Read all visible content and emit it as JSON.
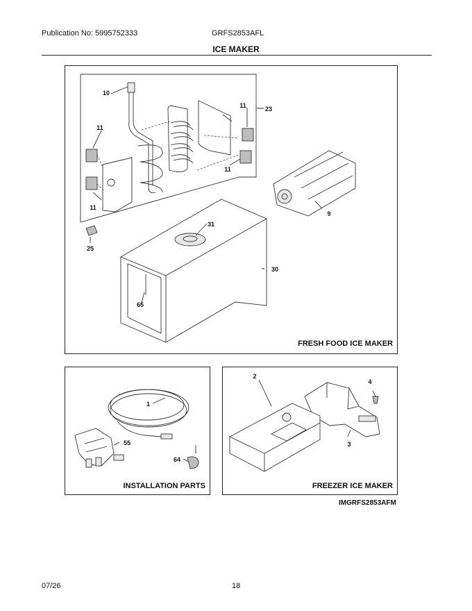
{
  "header": {
    "publication": "Publication No: 5995752333",
    "model": "GRFS2853AFL",
    "section_title": "ICE MAKER"
  },
  "panels": {
    "fresh_food": {
      "label": "FRESH FOOD ICE MAKER",
      "callouts": [
        "10",
        "11",
        "11",
        "11",
        "11",
        "23",
        "9",
        "31",
        "25",
        "30",
        "65"
      ]
    },
    "installation": {
      "label": "INSTALLATION PARTS",
      "callouts": [
        "1",
        "55",
        "64"
      ]
    },
    "freezer": {
      "label": "FREEZER ICE MAKER",
      "callouts": [
        "2",
        "4",
        "3"
      ]
    }
  },
  "image_ref": "IMGRFS2853AFM",
  "footer": {
    "date": "07/26",
    "page": "18"
  }
}
